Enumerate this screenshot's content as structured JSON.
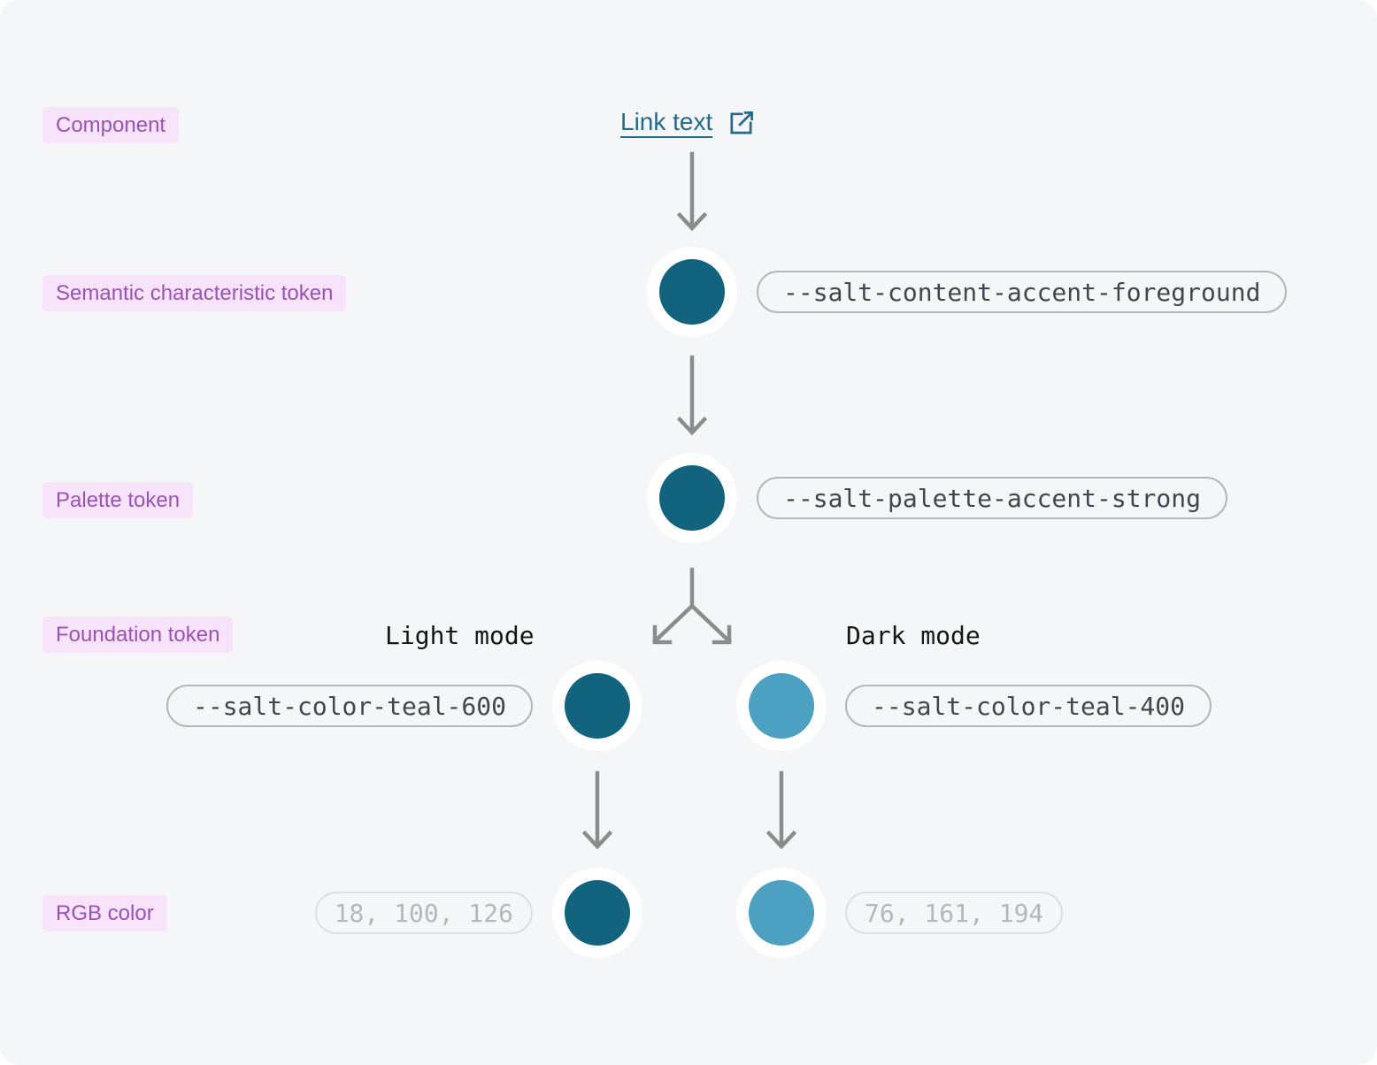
{
  "colors": {
    "bg": "#F5F6F8",
    "teal_600": "#12647E",
    "teal_400": "#4CA1C2",
    "label_bg": "#F7E3FA",
    "label_text": "#9A52B5",
    "link": "#24698A",
    "arrow": "#8C8C8C",
    "pill_border": "#B3B6BA",
    "pill_text": "#42474D",
    "ghost_border": "#DCDFE2",
    "ghost_text": "#B4B8BC",
    "mode_text": "#161616"
  },
  "row_labels": {
    "component": "Component",
    "semantic": "Semantic characteristic token",
    "palette": "Palette token",
    "foundation": "Foundation token",
    "rgb": "RGB color"
  },
  "link": {
    "text": "Link text"
  },
  "tokens": {
    "semantic": "--salt-content-accent-foreground",
    "palette": "--salt-palette-accent-strong",
    "foundation_light": "--salt-color-teal-600",
    "foundation_dark": "--salt-color-teal-400"
  },
  "modes": {
    "light": "Light mode",
    "dark": "Dark mode"
  },
  "rgb_values": {
    "light": "18, 100, 126",
    "dark": "76, 161, 194"
  }
}
